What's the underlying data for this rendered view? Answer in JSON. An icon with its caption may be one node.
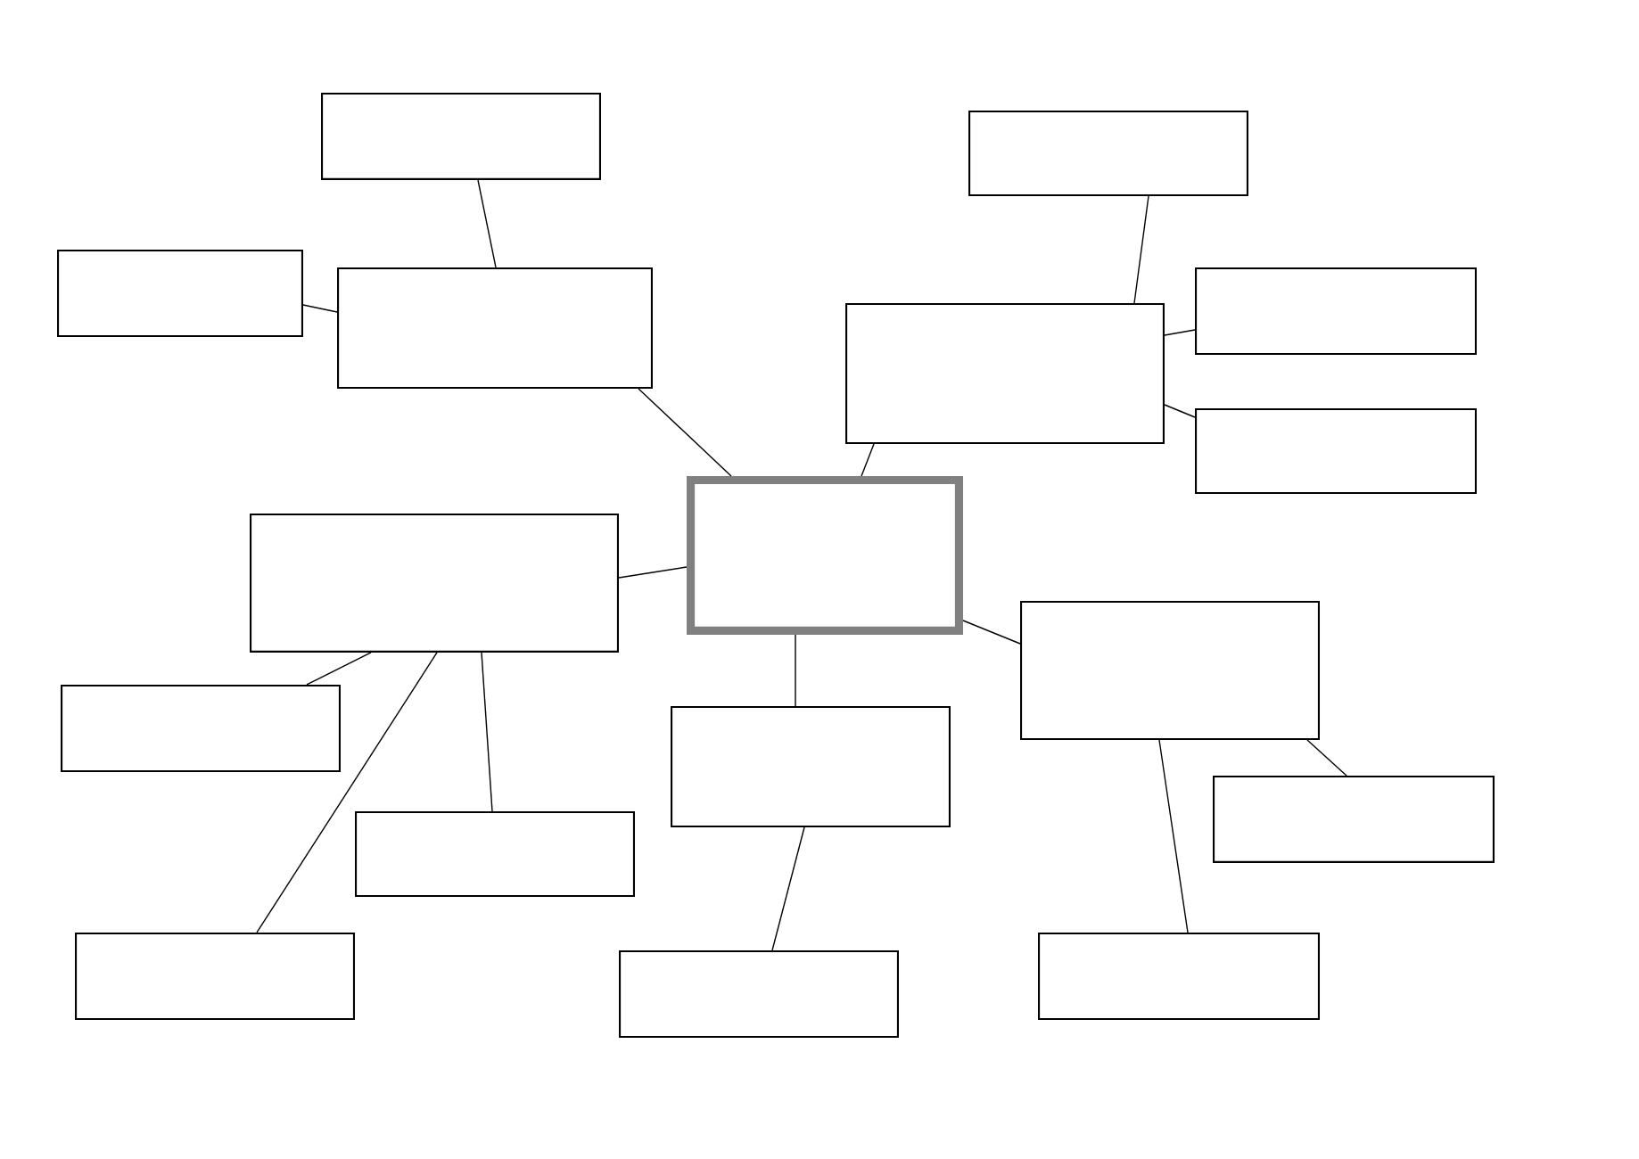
{
  "diagram": {
    "nodes": [
      {
        "text": [],
        "shape": "box"
      },
      {
        "text": [],
        "shape": "box"
      },
      {
        "text": [],
        "shape": "box"
      },
      {
        "text": [],
        "shape": "box"
      },
      {
        "text": [],
        "shape": "box"
      },
      {
        "text": [],
        "shape": "box"
      },
      {
        "text": [],
        "shape": "box"
      },
      {
        "text": [],
        "shape": "box"
      },
      {
        "text": [],
        "shape": "box"
      },
      {
        "text": [],
        "shape": "box"
      },
      {
        "text": [],
        "shape": "box"
      },
      {
        "text": [],
        "shape": "box"
      },
      {
        "text": [],
        "shape": "box"
      },
      {
        "text": [],
        "shape": "box"
      },
      {
        "text": [],
        "shape": "box"
      },
      {
        "text": [],
        "shape": "box"
      },
      {
        "text": [],
        "shape": "box"
      }
    ],
    "edges": [
      {
        "from": 7,
        "to": 3,
        "arrow": "none"
      },
      {
        "from": 7,
        "to": 5,
        "arrow": "none"
      },
      {
        "from": 7,
        "to": 8,
        "arrow": "none"
      },
      {
        "from": 7,
        "to": 11,
        "arrow": "none"
      },
      {
        "from": 7,
        "to": 9,
        "arrow": "none"
      },
      {
        "from": 3,
        "to": 0,
        "arrow": "none"
      },
      {
        "from": 3,
        "to": 2,
        "arrow": "none"
      },
      {
        "from": 5,
        "to": 1,
        "arrow": "none"
      },
      {
        "from": 5,
        "to": 4,
        "arrow": "none"
      },
      {
        "from": 5,
        "to": 6,
        "arrow": "none"
      },
      {
        "from": 8,
        "to": 10,
        "arrow": "none"
      },
      {
        "from": 8,
        "to": 13,
        "arrow": "none"
      },
      {
        "from": 8,
        "to": 14,
        "arrow": "none"
      },
      {
        "from": 11,
        "to": 16,
        "arrow": "none"
      },
      {
        "from": 9,
        "to": 12,
        "arrow": "none"
      },
      {
        "from": 9,
        "to": 15,
        "arrow": "none"
      }
    ]
  }
}
